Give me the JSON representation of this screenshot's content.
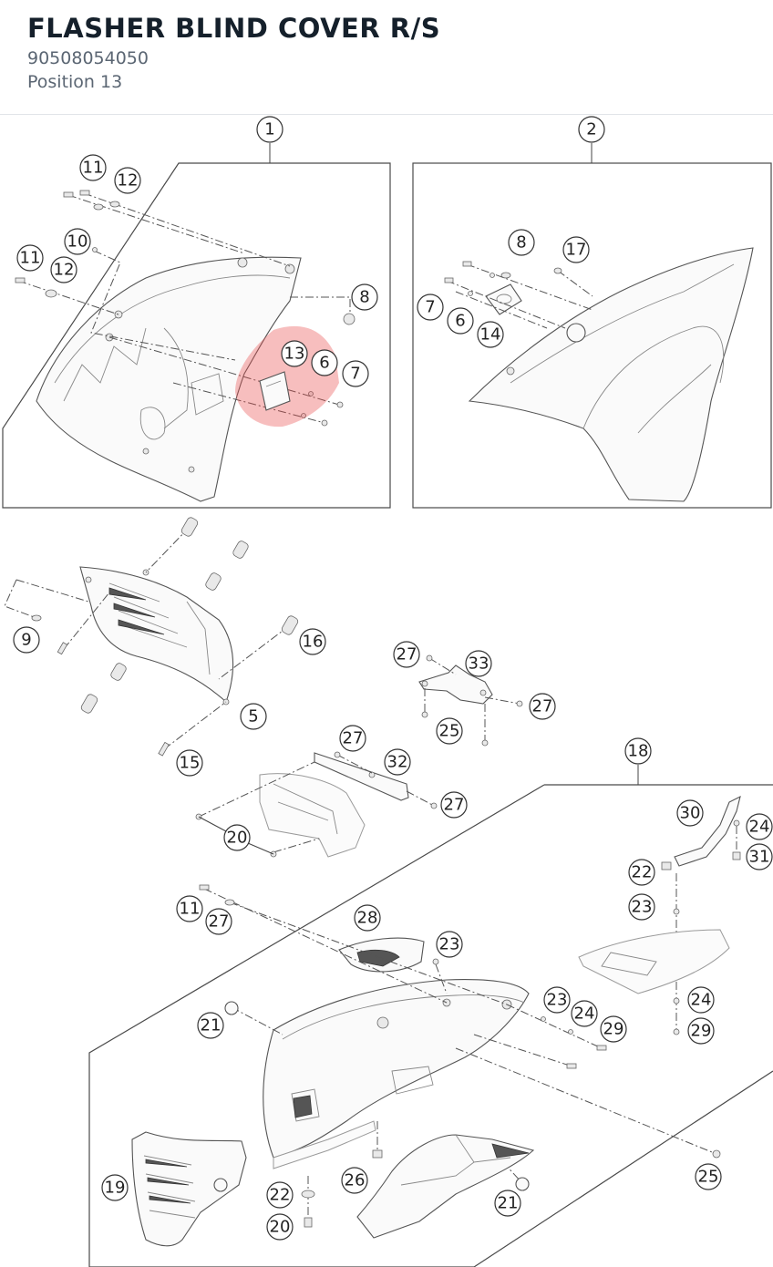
{
  "header": {
    "title": "FLASHER BLIND COVER R/S",
    "part_number": "90508054050",
    "position": "Position 13"
  },
  "colors": {
    "highlight": "#e84545",
    "line": "#4a4a4a",
    "title": "#15202b",
    "subtitle": "#5b6673"
  },
  "highlighted_position": "13",
  "callouts": {
    "c1": "1",
    "c2": "2",
    "c11a": "11",
    "c12a": "12",
    "c10": "10",
    "c11b": "11",
    "c12b": "12",
    "c8a": "8",
    "c13": "13",
    "c6a": "6",
    "c7a": "7",
    "c8b": "8",
    "c17": "17",
    "c7b": "7",
    "c6b": "6",
    "c14": "14",
    "c9": "9",
    "c16": "16",
    "c5": "5",
    "c15": "15",
    "c27a": "27",
    "c33": "33",
    "c27b": "27",
    "c25a": "25",
    "c27c": "27",
    "c32": "32",
    "c27d": "27",
    "c20a": "20",
    "c18": "18",
    "c30": "30",
    "c24a": "24",
    "c31": "31",
    "c22a": "22",
    "c23a": "23",
    "c11c": "11",
    "c27e": "27",
    "c28": "28",
    "c23b": "23",
    "c21a": "21",
    "c23c": "23",
    "c24b": "24",
    "c29a": "29",
    "c24c": "24",
    "c29b": "29",
    "c19": "19",
    "c22b": "22",
    "c20b": "20",
    "c26": "26",
    "c21b": "21",
    "c25b": "25"
  }
}
